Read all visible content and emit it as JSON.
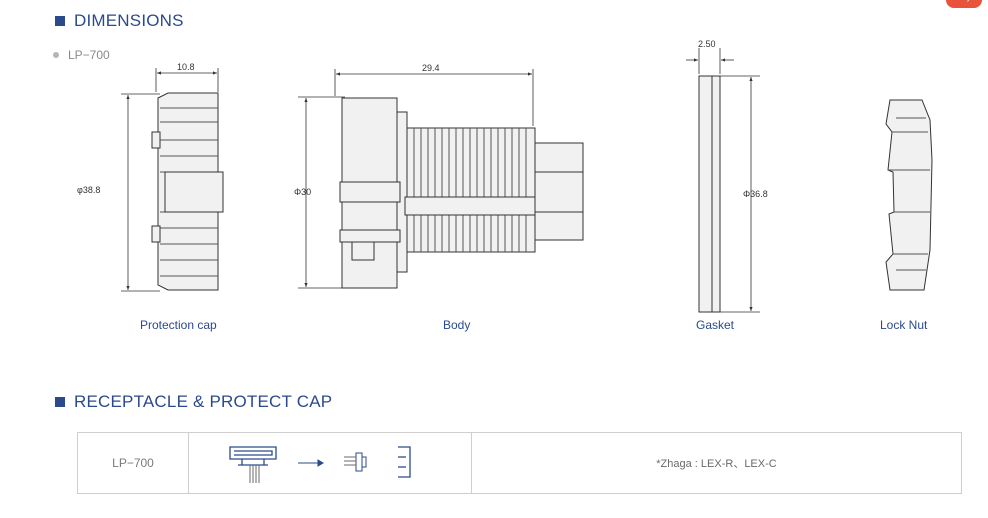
{
  "sections": {
    "dimensions_title": "DIMENSIONS",
    "receptacle_title": "RECEPTACLE & PROTECT CAP"
  },
  "model": "LP−700",
  "dimensions": {
    "cap_width": "10.8",
    "cap_diameter": "φ38.8",
    "body_length": "29.4",
    "body_diameter": "Φ30",
    "gasket_thickness": "2.50",
    "gasket_diameter": "Φ36.8"
  },
  "parts": {
    "protection_cap": "Protection cap",
    "body": "Body",
    "gasket": "Gasket",
    "lock_nut": "Lock Nut"
  },
  "table": {
    "model": "LP−700",
    "note": "*Zhaga : LEX-R、LEX-C"
  },
  "colors": {
    "accent": "#2b4a8c",
    "line": "#333333",
    "fill": "#f1f1f1",
    "corner_tab": "#e9533c"
  }
}
